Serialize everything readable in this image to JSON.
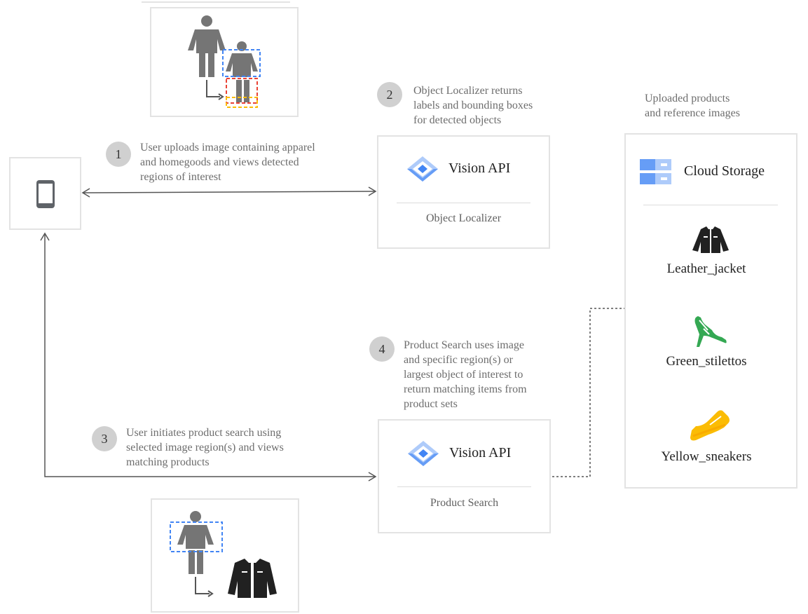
{
  "steps": [
    {
      "number": "1",
      "text_lines": [
        "User uploads image containing apparel",
        "and homegoods and views detected",
        "regions of interest"
      ]
    },
    {
      "number": "2",
      "text_lines": [
        "Object Localizer returns",
        "labels and bounding boxes",
        "for detected objects"
      ]
    },
    {
      "number": "3",
      "text_lines": [
        "User initiates product search using",
        "selected image region(s) and views",
        "matching products"
      ]
    },
    {
      "number": "4",
      "text_lines": [
        "Product Search uses image",
        "and specific region(s) or",
        "largest object of interest to",
        "return matching items from",
        "product sets"
      ]
    }
  ],
  "vision_api_localizer": {
    "title": "Vision API",
    "subtitle": "Object Localizer"
  },
  "vision_api_search": {
    "title": "Vision API",
    "subtitle": "Product Search"
  },
  "storage": {
    "caption_lines": [
      "Uploaded products",
      "and reference images"
    ],
    "title": "Cloud Storage",
    "items": [
      {
        "label": "Leather_jacket",
        "icon": "leather-jacket-icon",
        "color": "#212121"
      },
      {
        "label": "Green_stilettos",
        "icon": "green-stiletto-icon",
        "color": "#34a853"
      },
      {
        "label": "Yellow_sneakers",
        "icon": "yellow-sneaker-icon",
        "color": "#fbbc04"
      }
    ]
  },
  "colors": {
    "blue": "#4285f4",
    "red": "#ea4335",
    "yellow": "#fbbc04",
    "figure": "#757575",
    "line": "#555555"
  }
}
